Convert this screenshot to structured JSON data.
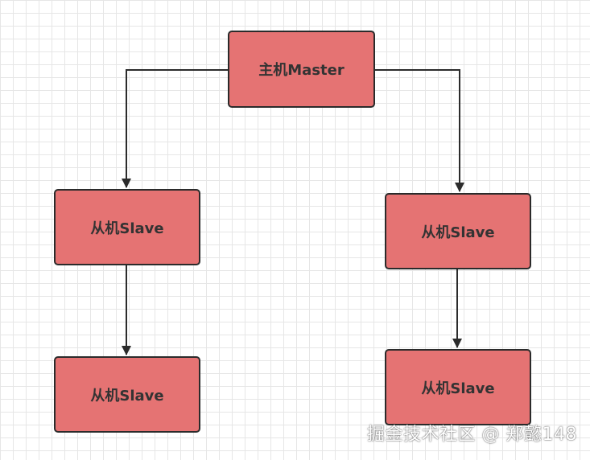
{
  "diagram": {
    "nodes": {
      "master": "主机Master",
      "left_slave_1": "从机Slave",
      "left_slave_2": "从机Slave",
      "right_slave_1": "从机Slave",
      "right_slave_2": "从机Slave"
    },
    "edges": [
      {
        "from": "master",
        "to": "left_slave_1"
      },
      {
        "from": "master",
        "to": "right_slave_1"
      },
      {
        "from": "left_slave_1",
        "to": "left_slave_2"
      },
      {
        "from": "right_slave_1",
        "to": "right_slave_2"
      }
    ],
    "colors": {
      "node_fill": "#e57373",
      "node_border": "#2b2b2b",
      "edge": "#2b2b2b"
    }
  },
  "watermark": "掘金技术社区 @ 郑懿148"
}
